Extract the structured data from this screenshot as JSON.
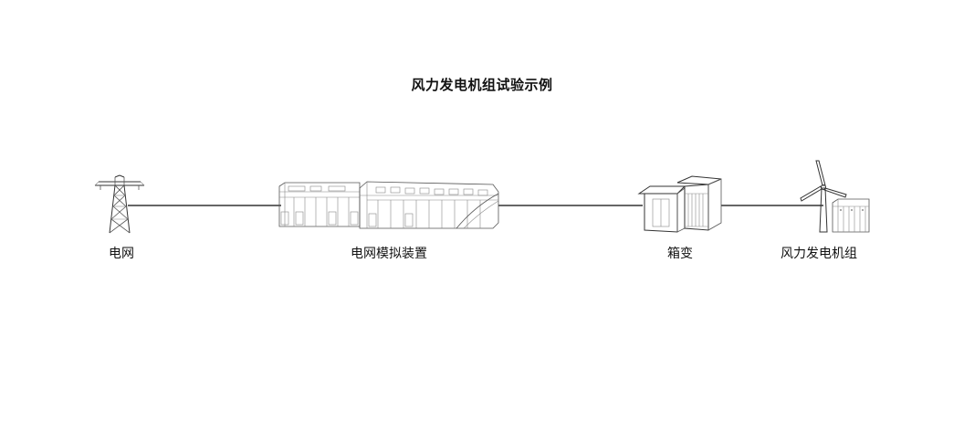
{
  "title": "风力发电机组试验示例",
  "nodes": [
    {
      "label": "电网",
      "icon": "power-tower-icon"
    },
    {
      "label": "电网模拟装置",
      "icon": "grid-simulator-container-icon"
    },
    {
      "label": "箱变",
      "icon": "box-transformer-icon"
    },
    {
      "label": "风力发电机组",
      "icon": "wind-turbine-icon"
    }
  ],
  "colors": {
    "line": "#333333",
    "text": "#111111",
    "background": "#ffffff"
  }
}
